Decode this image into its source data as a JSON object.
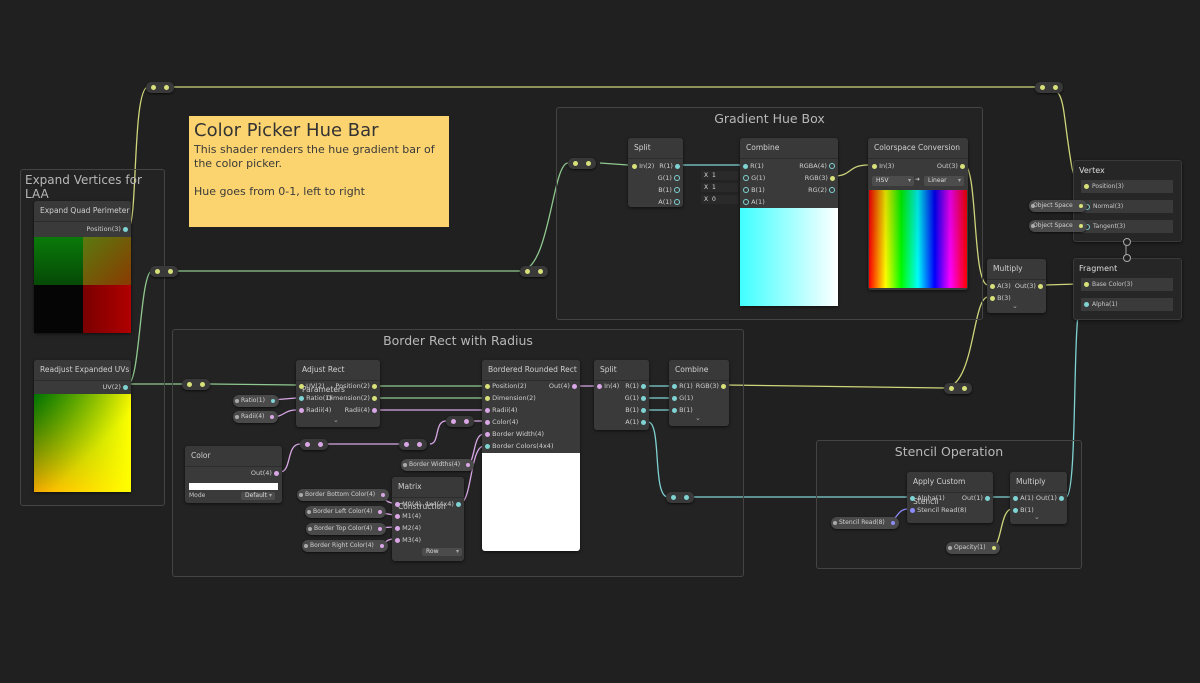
{
  "sticky": {
    "title": "Color Picker Hue Bar",
    "line1": "This shader renders the hue gradient bar of",
    "line2": "the color picker.",
    "line3": "Hue goes from 0-1, left to right"
  },
  "groups": {
    "expand": "Expand Vertices for LAA",
    "gradient": "Gradient Hue Box",
    "border": "Border Rect with Radius",
    "stencil": "Stencil Operation"
  },
  "nodes": {
    "expand_quad": {
      "title": "Expand Quad Perimeter",
      "out": "Position(3)"
    },
    "readjust": {
      "title": "Readjust Expanded UVs",
      "out": "UV(2)"
    },
    "split1": {
      "title": "Split",
      "in": "In(2)",
      "r": "R(1)",
      "g": "G(1)",
      "b": "B(1)",
      "a": "A(1)"
    },
    "combine1": {
      "title": "Combine",
      "r": "R(1)",
      "g": "G(1)",
      "b": "B(1)",
      "a": "A(1)",
      "rgba": "RGBA(4)",
      "rgb": "RGB(3)",
      "rg": "RG(2)"
    },
    "colorspace": {
      "title": "Colorspace Conversion",
      "in": "In(3)",
      "out": "Out(3)",
      "from": "HSV",
      "to": "Linear"
    },
    "multiply1": {
      "title": "Multiply",
      "a": "A(3)",
      "b": "B(3)",
      "out": "Out(3)"
    },
    "vertex": {
      "title": "Vertex",
      "pos": "Position(3)",
      "normal": "Normal(3)",
      "tangent": "Tangent(3)"
    },
    "fragment": {
      "title": "Fragment",
      "base": "Base Color(3)",
      "alpha": "Alpha(1)"
    },
    "adjust": {
      "title": "Adjust Rect Parameters",
      "uv": "UV(2)",
      "ratio": "Ratio(1)",
      "radii": "Radii(4)",
      "pos": "Position(2)",
      "dim": "Dimension(2)",
      "radii_out": "Radii(4)"
    },
    "bordered": {
      "title": "Bordered Rounded Rect",
      "pos": "Position(2)",
      "dim": "Dimension(2)",
      "radii": "Radii(4)",
      "color": "Color(4)",
      "bw": "Border Width(4)",
      "bc": "Border Colors(4x4)",
      "out": "Out(4)"
    },
    "split2": {
      "title": "Split",
      "in": "In(4)",
      "r": "R(1)",
      "g": "G(1)",
      "b": "B(1)",
      "a": "A(1)"
    },
    "combine2": {
      "title": "Combine",
      "r": "R(1)",
      "g": "G(1)",
      "b": "B(1)",
      "rgb": "RGB(3)"
    },
    "color": {
      "title": "Color",
      "out": "Out(4)",
      "mode_label": "Mode",
      "mode": "Default"
    },
    "matrix": {
      "title": "Matrix Construction",
      "m0": "M0(4)",
      "m1": "M1(4)",
      "m2": "M2(4)",
      "m3": "M3(4)",
      "out": "4x4(4x4)",
      "mode": "Row"
    },
    "stencil": {
      "title": "Apply Custom Stencil",
      "alpha": "Alpha(1)",
      "read": "Stencil Read(8)",
      "out": "Out(1)"
    },
    "multiply2": {
      "title": "Multiply",
      "a": "A(1)",
      "b": "B(1)",
      "out": "Out(1)"
    }
  },
  "props": {
    "ratio": "Ratio(1)",
    "radii": "Radii(4)",
    "border_widths": "Border Widths(4)",
    "bb": "Border Bottom Color(4)",
    "bl": "Border Left Color(4)",
    "bt": "Border Top Color(4)",
    "br": "Border Right Color(4)",
    "stencil_read": "Stencil Read(8)",
    "opacity": "Opacity(1)",
    "obj1": "Object Space",
    "obj2": "Object Space"
  },
  "combine_fields": {
    "x1": "X",
    "v1": "1",
    "x2": "X",
    "v2": "1",
    "x3": "X",
    "v3": "0"
  },
  "colors": {
    "background": "#202020",
    "sticky": "#fcd46f",
    "port_vec": "#7fd3d3",
    "port_float": "#d8e07a",
    "port_color": "#d9a6e6"
  }
}
